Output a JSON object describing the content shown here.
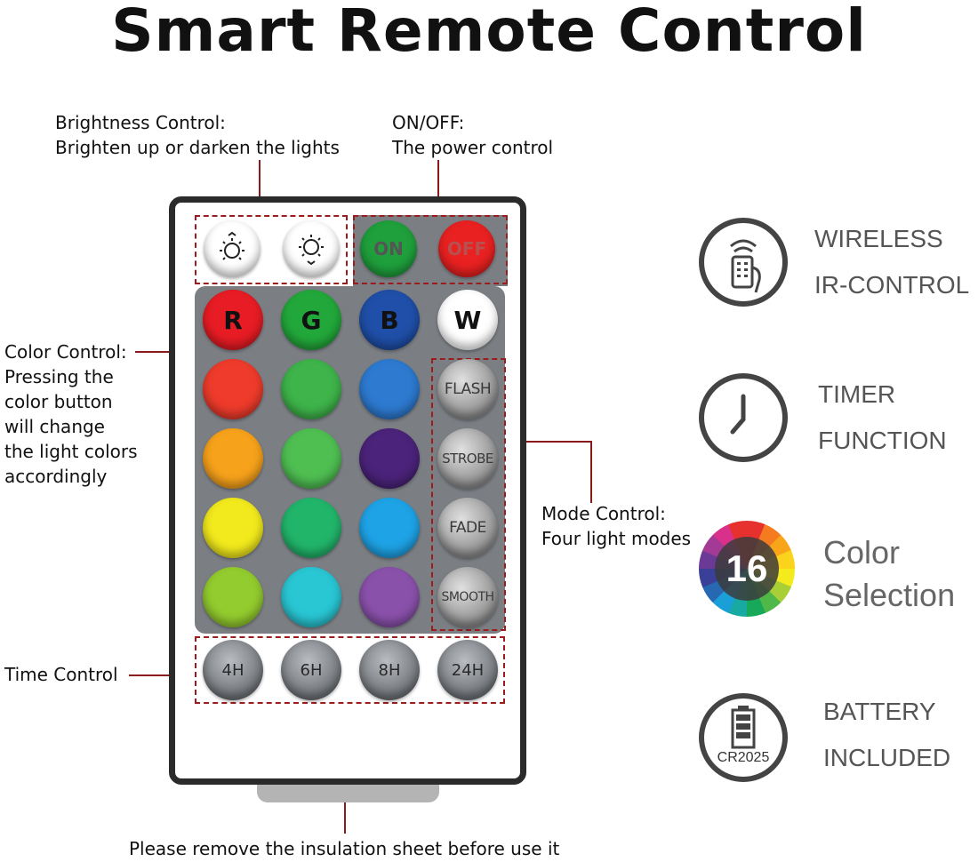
{
  "title": "Smart Remote Control",
  "labels": {
    "brightness": "Brightness Control:\nBrighten up or darken the lights",
    "onoff": "ON/OFF:\nThe power control",
    "color": "Color Control:\nPressing the\ncolor button\nwill change\nthe light colors\naccordingly",
    "mode": "Mode Control:\nFour light modes",
    "time": "Time Control",
    "insulation": "Please remove the insulation sheet before use it"
  },
  "remote": {
    "power": {
      "on": "ON",
      "off": "OFF"
    },
    "rgbw": [
      "R",
      "G",
      "B",
      "W"
    ],
    "modes": [
      "FLASH",
      "STROBE",
      "FADE",
      "SMOOTH"
    ],
    "timers": [
      "4H",
      "6H",
      "8H",
      "24H"
    ],
    "colors": {
      "red": "#e81c24",
      "green": "#22a83a",
      "blue": "#1f4fa8",
      "white": "#ffffff",
      "on": "#1fa03c",
      "off": "#ea2121",
      "grid": [
        [
          "#ee3b2b",
          "#3eb44a",
          "#2d7ad0"
        ],
        [
          "#f7a21b",
          "#4fbf52",
          "#4b237a"
        ],
        [
          "#f2ea1c",
          "#21b56a",
          "#1ea3e6"
        ],
        [
          "#93cc2e",
          "#29c6d4",
          "#8a51ab"
        ]
      ]
    }
  },
  "features": [
    {
      "icon": "remote-hand-icon",
      "text": "WIRELESS\nIR-CONTROL"
    },
    {
      "icon": "clock-icon",
      "text": "TIMER\nFUNCTION"
    },
    {
      "icon": "color-wheel-icon",
      "badge": "16",
      "text": "Color\nSelection"
    },
    {
      "icon": "battery-icon",
      "badge": "CR2025",
      "text": "BATTERY\nINCLUDED"
    }
  ],
  "accent": "#9b1c1c"
}
